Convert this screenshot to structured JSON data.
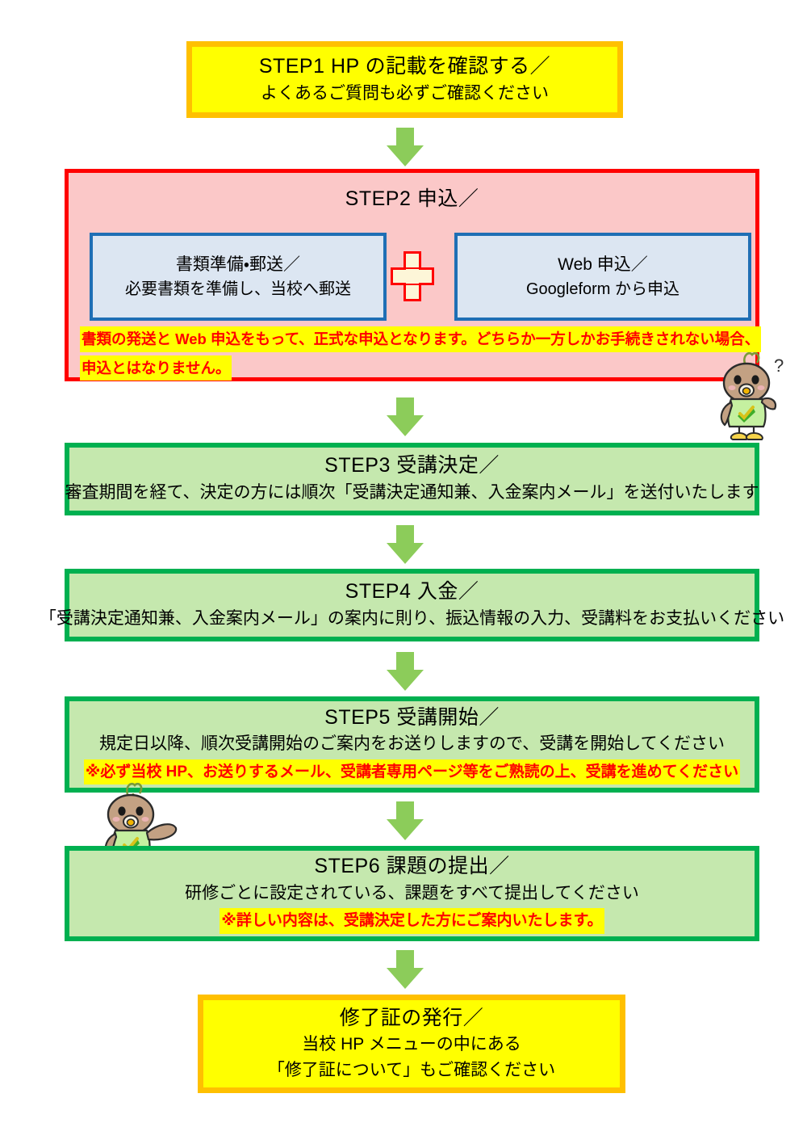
{
  "document": {
    "title": "受講の流れフローチャート",
    "language": "ja"
  },
  "colors": {
    "yellow_fill": "#FFFF00",
    "yellow_border": "#FFC000",
    "green_fill": "#C5E8AE",
    "green_border": "#00B050",
    "red_border": "#FF0000",
    "pink_fill": "#FBC8C8",
    "blue_border": "#1F6FB5",
    "blue_fill": "#DCE6F2",
    "arrow_green": "#8CCC5A",
    "highlight_yellow": "#FFFF00",
    "highlight_text_red": "#FF0000",
    "plus_fill": "#FDF6D8"
  },
  "steps": {
    "step1": {
      "title": "STEP1  HP の記載を確認する／",
      "detail": "よくあるご質問も必ずご確認ください"
    },
    "step2": {
      "title": "STEP2  申込／",
      "left_box": {
        "title": "書類準備・郵送／",
        "detail": "必要書類を準備し、当校へ郵送"
      },
      "connector_icon": "plus-icon",
      "right_box": {
        "title": "Web 申込／",
        "detail": "Googleform から申込"
      },
      "warning_line1": "書類の発送と Web 申込をもって、正式な申込となります。どちらか一方しかお手続きされない場合、",
      "warning_line2": "申込とはなりません。"
    },
    "step3": {
      "title": "STEP3  受講決定／",
      "detail": "審査期間を経て、決定の方には順次「受講決定通知兼、入金案内メール」を送付いたします"
    },
    "step4": {
      "title": "STEP4  入金／",
      "detail": "「受講決定通知兼、入金案内メール」の案内に則り、振込情報の入力、受講料をお支払いください"
    },
    "step5": {
      "title": "STEP5  受講開始／",
      "detail": "規定日以降、順次受講開始のご案内をお送りしますので、受講を開始してください",
      "note": "※必ず当校 HP、お送りするメール、受講者専用ページ等をご熟読の上、受講を進めてください"
    },
    "step6": {
      "title": "STEP6  課題の提出／",
      "detail": "研修ごとに設定されている、課題をすべて提出してください",
      "note": "※詳しい内容は、受講決定した方にご案内いたします。"
    },
    "final": {
      "title": "修了証の発行／",
      "detail_line1": "当校 HP メニューの中にある",
      "detail_line2": "「修了証について」もご確認ください"
    }
  },
  "arrows": {
    "a1": "down-arrow-step1-to-step2",
    "a2": "down-arrow-step2-to-step3",
    "a3": "down-arrow-step3-to-step4",
    "a4": "down-arrow-step4-to-step5",
    "a5": "down-arrow-step5-to-step6",
    "a6": "down-arrow-step6-to-final"
  },
  "mascots": {
    "bird_question": {
      "name": "bird-mascot-question",
      "accessory": "?"
    },
    "bird_waving": {
      "name": "bird-mascot-waving",
      "accessory": ""
    }
  }
}
